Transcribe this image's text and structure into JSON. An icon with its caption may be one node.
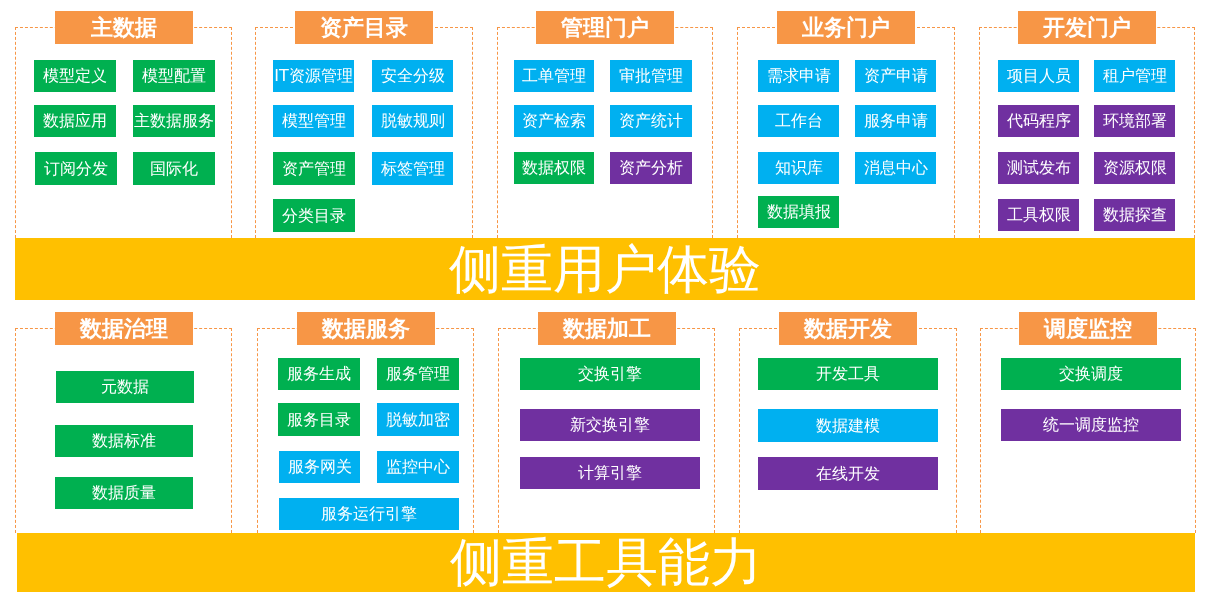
{
  "diagram": {
    "nodes": [
      {
        "text": [
          "主数据"
        ]
      },
      {
        "text": [
          "模型定义"
        ],
        "in": 0
      },
      {
        "text": [
          "模型配置"
        ],
        "in": 0
      },
      {
        "text": [
          "数据应用"
        ],
        "in": 0
      },
      {
        "text": [
          "主数据服务"
        ],
        "in": 0
      },
      {
        "text": [
          "订阅分发"
        ],
        "in": 0
      },
      {
        "text": [
          "国际化"
        ],
        "in": 0
      },
      {
        "text": [
          "资产目录"
        ]
      },
      {
        "text": [
          "IT资源管理"
        ],
        "in": 7
      },
      {
        "text": [
          "安全分级"
        ],
        "in": 7
      },
      {
        "text": [
          "模型管理"
        ],
        "in": 7
      },
      {
        "text": [
          "脱敏规则"
        ],
        "in": 7
      },
      {
        "text": [
          "资产管理"
        ],
        "in": 7
      },
      {
        "text": [
          "标签管理"
        ],
        "in": 7
      },
      {
        "text": [
          "分类目录"
        ],
        "in": 7
      },
      {
        "text": [
          "管理门户"
        ]
      },
      {
        "text": [
          "工单管理"
        ],
        "in": 15
      },
      {
        "text": [
          "审批管理"
        ],
        "in": 15
      },
      {
        "text": [
          "资产检索"
        ],
        "in": 15
      },
      {
        "text": [
          "资产统计"
        ],
        "in": 15
      },
      {
        "text": [
          "数据权限"
        ],
        "in": 15
      },
      {
        "text": [
          "资产分析"
        ],
        "in": 15
      },
      {
        "text": [
          "业务门户"
        ]
      },
      {
        "text": [
          "需求申请"
        ],
        "in": 22
      },
      {
        "text": [
          "资产申请"
        ],
        "in": 22
      },
      {
        "text": [
          "工作台"
        ],
        "in": 22
      },
      {
        "text": [
          "服务申请"
        ],
        "in": 22
      },
      {
        "text": [
          "知识库"
        ],
        "in": 22
      },
      {
        "text": [
          "消息中心"
        ],
        "in": 22
      },
      {
        "text": [
          "数据填报"
        ],
        "in": 22
      },
      {
        "text": [
          "开发门户"
        ]
      },
      {
        "text": [
          "项目人员"
        ],
        "in": 30
      },
      {
        "text": [
          "租户管理"
        ],
        "in": 30
      },
      {
        "text": [
          "代码程序"
        ],
        "in": 30
      },
      {
        "text": [
          "环境部署"
        ],
        "in": 30
      },
      {
        "text": [
          "测试发布"
        ],
        "in": 30
      },
      {
        "text": [
          "资源权限"
        ],
        "in": 30
      },
      {
        "text": [
          "工具权限"
        ],
        "in": 30
      },
      {
        "text": [
          "数据探查"
        ],
        "in": 30
      },
      {
        "text": [
          "侧重用户体验"
        ]
      },
      {
        "text": [
          "数据治理"
        ]
      },
      {
        "text": [
          "元数据"
        ],
        "in": 40
      },
      {
        "text": [
          "数据标准"
        ],
        "in": 40
      },
      {
        "text": [
          "数据质量"
        ],
        "in": 40
      },
      {
        "text": [
          "数据服务"
        ]
      },
      {
        "text": [
          "服务生成"
        ],
        "in": 44
      },
      {
        "text": [
          "服务管理"
        ],
        "in": 44
      },
      {
        "text": [
          "服务目录"
        ],
        "in": 44
      },
      {
        "text": [
          "脱敏加密"
        ],
        "in": 44
      },
      {
        "text": [
          "服务网关"
        ],
        "in": 44
      },
      {
        "text": [
          "监控中心"
        ],
        "in": 44
      },
      {
        "text": [
          "服务运行引擎"
        ],
        "in": 44
      },
      {
        "text": [
          "数据加工"
        ]
      },
      {
        "text": [
          "交换引擎"
        ],
        "in": 52
      },
      {
        "text": [
          "新交换引擎"
        ],
        "in": 52
      },
      {
        "text": [
          "计算引擎"
        ],
        "in": 52
      },
      {
        "text": [
          "数据开发"
        ]
      },
      {
        "text": [
          "开发工具"
        ],
        "in": 56
      },
      {
        "text": [
          "数据建模"
        ],
        "in": 56
      },
      {
        "text": [
          "在线开发"
        ],
        "in": 56
      },
      {
        "text": [
          "调度监控"
        ]
      },
      {
        "text": [
          "交换调度"
        ],
        "in": 60
      },
      {
        "text": [
          "统一调度监控"
        ],
        "in": 60
      },
      {
        "text": [
          "侧重工具能力"
        ]
      }
    ]
  }
}
